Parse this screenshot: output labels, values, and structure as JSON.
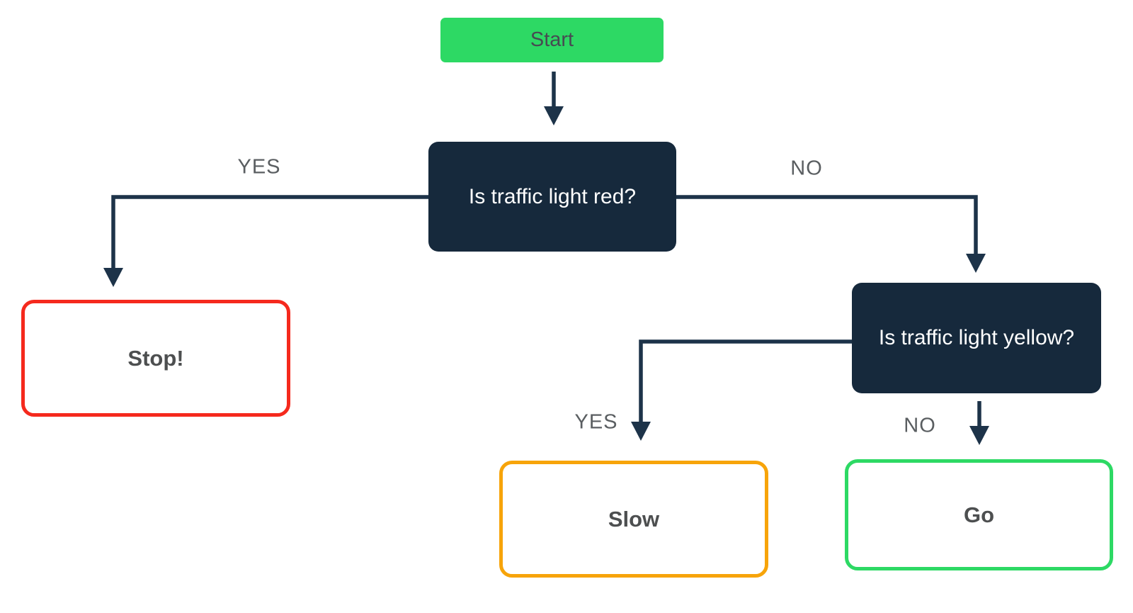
{
  "nodes": {
    "start": {
      "label": "Start",
      "kind": "start"
    },
    "q_red": {
      "label": "Is traffic light red?",
      "kind": "decision"
    },
    "stop": {
      "label": "Stop!",
      "kind": "result"
    },
    "q_yellow": {
      "label": "Is traffic light yellow?",
      "kind": "decision"
    },
    "slow": {
      "label": "Slow",
      "kind": "result"
    },
    "go": {
      "label": "Go",
      "kind": "result"
    }
  },
  "edges": [
    {
      "from": "start",
      "to": "q_red",
      "label": ""
    },
    {
      "from": "q_red",
      "to": "stop",
      "label": "YES"
    },
    {
      "from": "q_red",
      "to": "q_yellow",
      "label": "NO"
    },
    {
      "from": "q_yellow",
      "to": "slow",
      "label": "YES"
    },
    {
      "from": "q_yellow",
      "to": "go",
      "label": "NO"
    }
  ],
  "colors": {
    "green": "#2dd964",
    "navy": "#16293c",
    "red": "#f5291d",
    "orange": "#f7a40a",
    "line": "#1d3349",
    "label_gray": "#5a5e61",
    "start_text": "#474b52",
    "result_text": "#4d4f50",
    "decision_text": "#ffffff",
    "background": "#ffffff"
  }
}
